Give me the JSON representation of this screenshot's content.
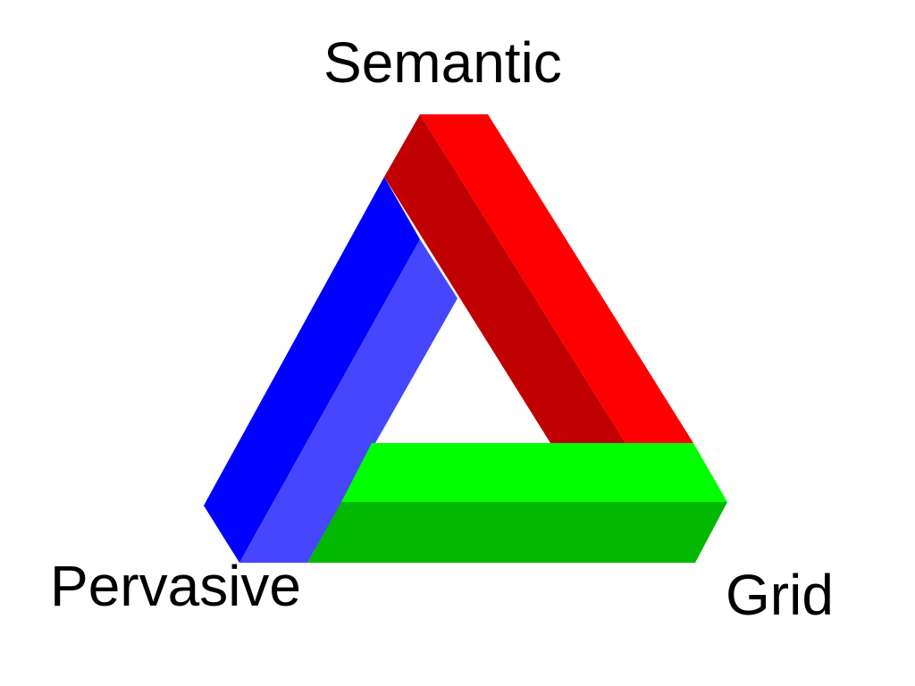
{
  "diagram": {
    "labels": {
      "top": "Semantic",
      "bottom_left": "Pervasive",
      "bottom_right": "Grid"
    },
    "colors": {
      "background": "#ffffff",
      "red_outer": "#ff0000",
      "red_inner": "#c00000",
      "blue_outer": "#0000ff",
      "blue_inner": "#4646ff",
      "green_top": "#00ff00",
      "green_bottom": "#00b800",
      "text": "#000000"
    }
  }
}
